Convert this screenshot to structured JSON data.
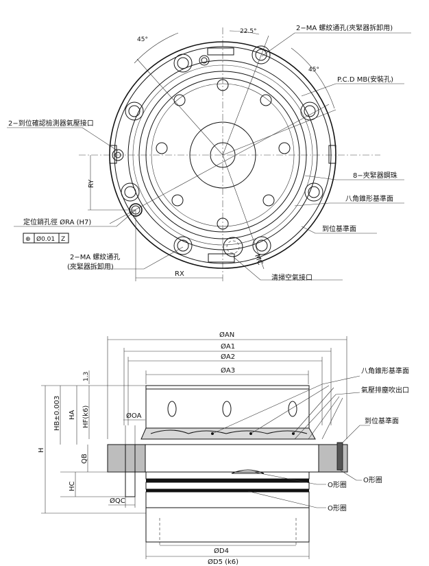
{
  "top_view": {
    "angle_45_left": "45°",
    "angle_22_5": "22.5°",
    "angle_45_right": "45°",
    "tapped_hole_label": "2−MA 螺紋通孔(夾緊器拆卸用)",
    "pcd_label": "P.C.D MB(安裝孔)",
    "sensor_port_label": "2−到位確認檢測器氣壓接口",
    "ry_label": "RY",
    "steel_ball_label": "8−夾緊器鋼珠",
    "octagon_ref_label": "八角錐形基準面",
    "seat_ref_label": "到位基準面",
    "locating_pin_label": "定位銷孔徑 ØRA (H7)",
    "gdt_symbol": "⊕",
    "gdt_tolerance": "Ø0.01",
    "gdt_datum": "Z",
    "tapped_hole_label2_line1": "2−MA 螺紋通孔",
    "tapped_hole_label2_line2": "(夾緊器拆卸用)",
    "rx_label": "RX",
    "mc_label": "MC",
    "purge_port_label": "清掃空氣接口"
  },
  "side_view": {
    "dim_an": "ØAN",
    "dim_a1": "ØA1",
    "dim_a2": "ØA2",
    "dim_a3": "ØA3",
    "dim_1_3": "1.3",
    "dim_hb": "HB±0.003",
    "dim_ha": "HA",
    "dim_hf": "HF(k6)",
    "dim_oa": "ØOA",
    "dim_qb": "QB",
    "dim_h": "H",
    "dim_hc": "HC",
    "dim_qc": "ØQC",
    "dim_d4": "ØD4",
    "dim_d5": "ØD5 (k6)",
    "octagon_ref_label": "八角錐形基準面",
    "exhaust_label": "氣壓排塵吹出口",
    "seat_ref_label": "到位基準面",
    "oring_label_1": "O形圈",
    "oring_label_2": "O形圈",
    "oring_label_3": "O形圈"
  }
}
